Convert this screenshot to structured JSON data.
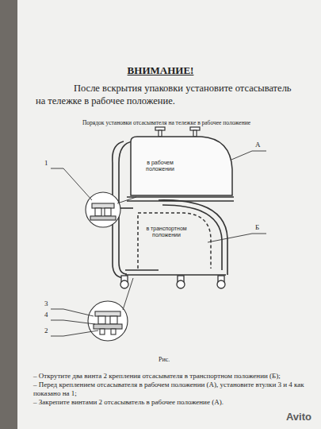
{
  "diagram": {
    "title": "ВНИМАНИЕ!",
    "caption": "Рис.",
    "nodes": [
      {
        "text": [
          "в рабочем положении"
        ]
      },
      {
        "text": [
          "в транспортном положении"
        ]
      }
    ],
    "labels": [
      "После вскрытия упаковки установите отсасыватель на тележке в рабочее положение.",
      "Порядок установки отсасывателя на тележке в рабочее положение",
      "А",
      "Б",
      "1",
      "3",
      "4",
      "2",
      "– Открутите два винта 2 крепления отсасывателя в транспортном положении (Б);",
      "– Перед креплением отсасывателя в рабочем положении (А), установите втулки 3 и 4 как показано на 1;",
      "– Закрепите винтами 2 отсасыватель в рабочее положение (А).",
      "Avito"
    ]
  }
}
